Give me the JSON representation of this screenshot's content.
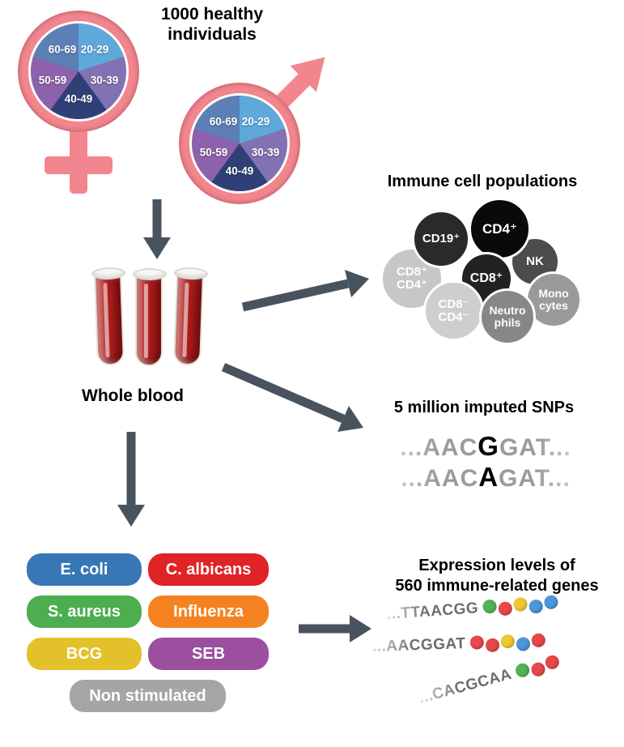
{
  "header": {
    "title": "1000 healthy individuals"
  },
  "age_pie": {
    "segments": [
      {
        "label": "20-29",
        "color": "#5fa8da"
      },
      {
        "label": "30-39",
        "color": "#8272b3"
      },
      {
        "label": "40-49",
        "color": "#2f4077"
      },
      {
        "label": "50-59",
        "color": "#8c62ac"
      },
      {
        "label": "60-69",
        "color": "#5c7fb5"
      }
    ]
  },
  "symbols": {
    "color": "#f2868e"
  },
  "blood": {
    "label": "Whole blood",
    "tube_color": "#b21d1d"
  },
  "arrow_color": "#49535e",
  "immune_cells": {
    "title": "Immune cell populations",
    "cells": [
      {
        "label": "CD8⁺\nCD4⁺",
        "color": "#c7c7c7"
      },
      {
        "label": "CD19⁺",
        "color": "#2a2a2a"
      },
      {
        "label": "NK",
        "color": "#4c4c4c"
      },
      {
        "label": "Mono\ncytes",
        "color": "#9a9a9a"
      },
      {
        "label": "CD4⁺",
        "color": "#0a0a0a"
      },
      {
        "label": "CD8⁺",
        "color": "#222222"
      },
      {
        "label": "CD8⁻\nCD4⁻",
        "color": "#cecece"
      },
      {
        "label": "Neutro\nphils",
        "color": "#878787"
      }
    ]
  },
  "snps": {
    "title": "5 million imputed SNPs",
    "rows": [
      {
        "pre": "...AAC",
        "variant": "G",
        "post": "GAT..."
      },
      {
        "pre": "...AAC",
        "variant": "A",
        "post": "GAT..."
      }
    ]
  },
  "stimuli": {
    "items": [
      {
        "label": "E. coli",
        "color": "#3877b5"
      },
      {
        "label": "C. albicans",
        "color": "#e02326"
      },
      {
        "label": "S. aureus",
        "color": "#4cae4f"
      },
      {
        "label": "Influenza",
        "color": "#f58220"
      },
      {
        "label": "BCG",
        "color": "#e2c12b"
      },
      {
        "label": "SEB",
        "color": "#9b4f9e"
      },
      {
        "label": "Non stimulated",
        "color": "#a5a5a5"
      }
    ]
  },
  "expression": {
    "title": "Expression levels of\n560 immune-related genes",
    "sequences": [
      {
        "text": "...TTAACGG",
        "beads": [
          "#53b457",
          "#e8474b",
          "#efc732",
          "#4d96db",
          "#4d96db"
        ]
      },
      {
        "text": "...AACGGAT",
        "beads": [
          "#e8474b",
          "#e8474b",
          "#efc732",
          "#4d96db",
          "#e8474b"
        ]
      },
      {
        "text": "...CACGCAA",
        "beads": [
          "#53b457",
          "#e8474b",
          "#e8474b"
        ]
      }
    ]
  }
}
